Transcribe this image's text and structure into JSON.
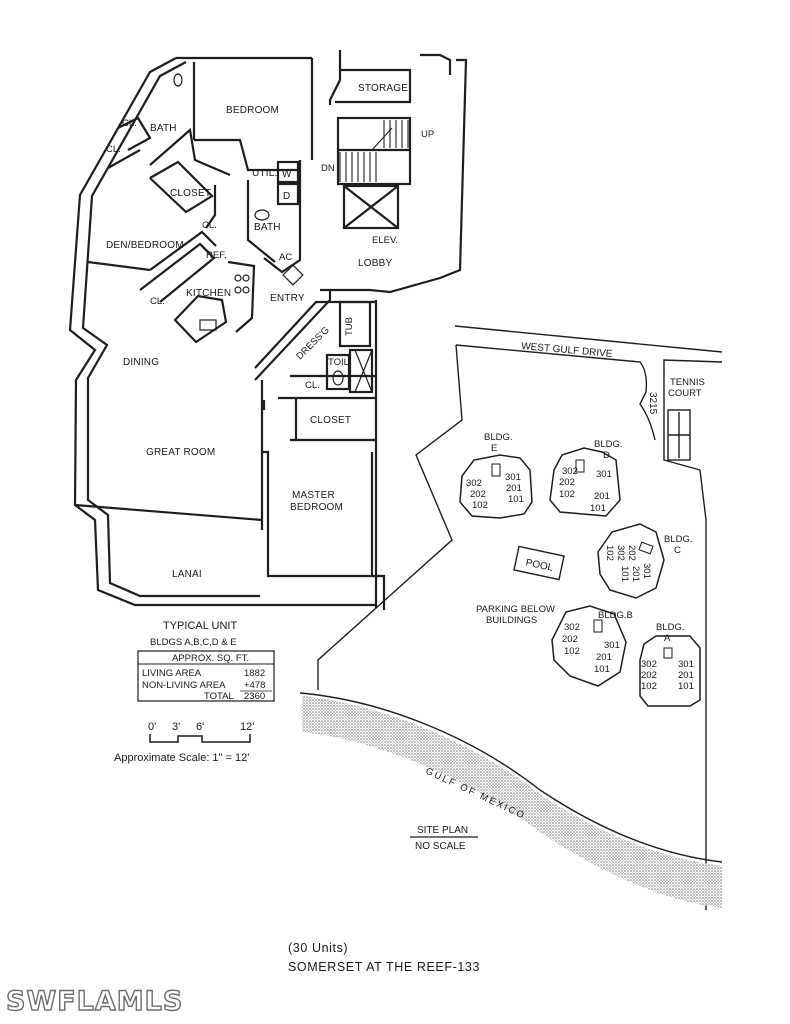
{
  "floor_plan": {
    "rooms": {
      "bedroom": "BEDROOM",
      "bath_upper": "BATH",
      "closet_upper": "CLOSET",
      "cl_1": "CL.",
      "cl_2": "CL.",
      "cl_3": "CL.",
      "cl_4": "CL.",
      "cl_5": "CL.",
      "util": "UTIL.",
      "washer": "W",
      "dryer": "D",
      "bath_mid": "BATH",
      "ac": "AC",
      "ref": "REF.",
      "den": "DEN/BEDROOM",
      "kitchen": "KITCHEN",
      "entry": "ENTRY",
      "dining": "DINING",
      "great_room": "GREAT ROOM",
      "lanai": "LANAI",
      "storage": "STORAGE",
      "up": "UP",
      "dn": "DN",
      "elev": "ELEV.",
      "lobby": "LOBBY",
      "dressing": "DRESS'G",
      "tub": "TUB",
      "toil": "TOIL",
      "closet_master": "CLOSET",
      "master_line1": "MASTER",
      "master_line2": "BEDROOM"
    }
  },
  "summary": {
    "title": "TYPICAL UNIT",
    "buildings": "BLDGS A,B,C,D & E",
    "header": "APPROX. SQ. FT.",
    "rows": [
      {
        "label": "LIVING AREA",
        "value": "1882"
      },
      {
        "label": "NON-LIVING AREA",
        "value": "+478"
      },
      {
        "label": "TOTAL",
        "value": "2360"
      }
    ]
  },
  "scale": {
    "ticks": [
      "0'",
      "3'",
      "6'",
      "12'"
    ],
    "text": "Approximate Scale: 1\" = 12'"
  },
  "site_plan": {
    "road": "WEST GULF DRIVE",
    "address": "3215",
    "tennis_line1": "TENNIS",
    "tennis_line2": "COURT",
    "pool": "POOL",
    "parking_line1": "PARKING BELOW",
    "parking_line2": "BUILDINGS",
    "gulf": "GULF OF MEXICO",
    "title": "SITE PLAN",
    "subtitle": "NO SCALE",
    "buildings": [
      {
        "name_a": "BLDG.",
        "name_b": "E",
        "left": [
          "302",
          "202",
          "102"
        ],
        "right": [
          "301",
          "201",
          "101"
        ]
      },
      {
        "name_a": "BLDG.",
        "name_b": "D",
        "left": [
          "302",
          "202",
          "102"
        ],
        "right": [
          "301",
          "201",
          "101"
        ]
      },
      {
        "name_a": "BLDG.",
        "name_b": "C",
        "left": [
          "302",
          "202",
          "102"
        ],
        "right": [
          "301",
          "201",
          "101"
        ]
      },
      {
        "name_a": "BLDG.B",
        "name_b": "",
        "left": [
          "302",
          "202",
          "102"
        ],
        "right": [
          "301",
          "201",
          "101"
        ]
      },
      {
        "name_a": "BLDG.",
        "name_b": "A",
        "left": [
          "302",
          "202",
          "102"
        ],
        "right": [
          "301",
          "201",
          "101"
        ]
      }
    ]
  },
  "footer": {
    "units": "(30 Units)",
    "title": "SOMERSET AT THE REEF-133"
  },
  "watermark": "SWFLAMLS"
}
